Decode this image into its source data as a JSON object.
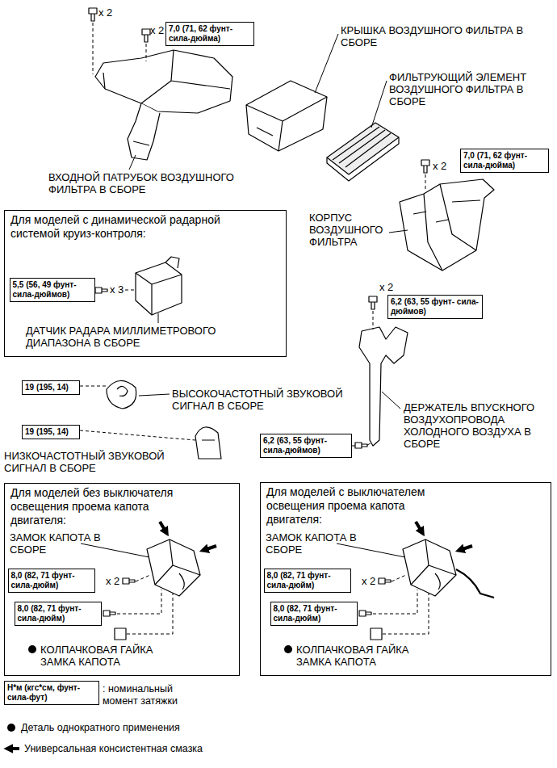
{
  "diagram": {
    "nodes": [
      {
        "text": [
          "7,0 (71, 62 фунт- сила-дюйма)"
        ]
      },
      {
        "text": [
          "7,0 (71, 62 фунт- сила-дюйма)"
        ]
      },
      {
        "text": [
          "Для моделей с динамической радарной системой круиз-контроля:"
        ]
      },
      {
        "text": [
          "5,5 (56, 49 фунт- сила-дюймов)"
        ],
        "in": 2
      },
      {
        "text": [
          "6,2 (63, 55 фунт- сила-дюймов)"
        ]
      },
      {
        "text": [
          "19 (195, 14)"
        ]
      },
      {
        "text": [
          "19 (195, 14)"
        ]
      },
      {
        "text": [
          "6,2 (63, 55 фунт- сила-дюймов)"
        ]
      },
      {
        "text": [
          "Для моделей без выключателя освещения проема капота двигателя:"
        ]
      },
      {
        "text": [
          "8,0 (82, 71 фунт- сила-дюйм)"
        ],
        "in": 8
      },
      {
        "text": [
          "8,0 (82, 71 фунт- сила-дюйм)"
        ],
        "in": 8
      },
      {
        "text": [
          "Для моделей с выключателем освещения проема капота двигателя:"
        ]
      },
      {
        "text": [
          "8,0 (82, 71 фунт- сила-дюйм)"
        ],
        "in": 11
      },
      {
        "text": [
          "8,0 (82, 71 фунт- сила-дюйм)"
        ],
        "in": 11
      },
      {
        "text": [
          "Н*м (кгс*см, фунт- сила-фут)"
        ]
      }
    ],
    "labels": [
      "x 2",
      "x 2",
      "КРЫШКА ВОЗДУШНОГО ФИЛЬТРА В СБОРЕ",
      "ФИЛЬТРУЮЩИЙ ЭЛЕМЕНТ ВОЗДУШНОГО ФИЛЬТРА В СБОРЕ",
      "x 2",
      "ВХОДНОЙ ПАТРУБОК ВОЗДУШНОГО ФИЛЬТРА В СБОРЕ",
      "КОРПУС ВОЗДУШНОГО ФИЛЬТРА",
      "x 3",
      "ДАТЧИК РАДАРА МИЛЛИМЕТРОВОГО ДИАПАЗОНА В СБОРЕ",
      "x 2",
      "ВЫСОКОЧАСТОТНЫЙ ЗВУКОВОЙ СИГНАЛ В СБОРЕ",
      "ДЕРЖАТЕЛЬ ВПУСКНОГО ВОЗДУХОПРОВОДА ХОЛОДНОГО ВОЗДУХА В СБОРЕ",
      "НИЗКОЧАСТОТНЫЙ ЗВУКОВОЙ СИГНАЛ В СБОРЕ",
      "ЗАМОК КАПОТА В СБОРЕ",
      "x 2",
      "КОЛПАЧКОВАЯ ГАЙКА ЗАМКА КАПОТА",
      "ЗАМОК КАПОТА В СБОРЕ",
      "x 2",
      "КОЛПАЧКОВАЯ ГАЙКА ЗАМКА КАПОТА"
    ],
    "legend": [
      {
        "text": ": номинальный момент затяжки"
      },
      {
        "text": "Деталь однократного применения"
      },
      {
        "text": "Универсальная консистентная смазка"
      }
    ]
  }
}
